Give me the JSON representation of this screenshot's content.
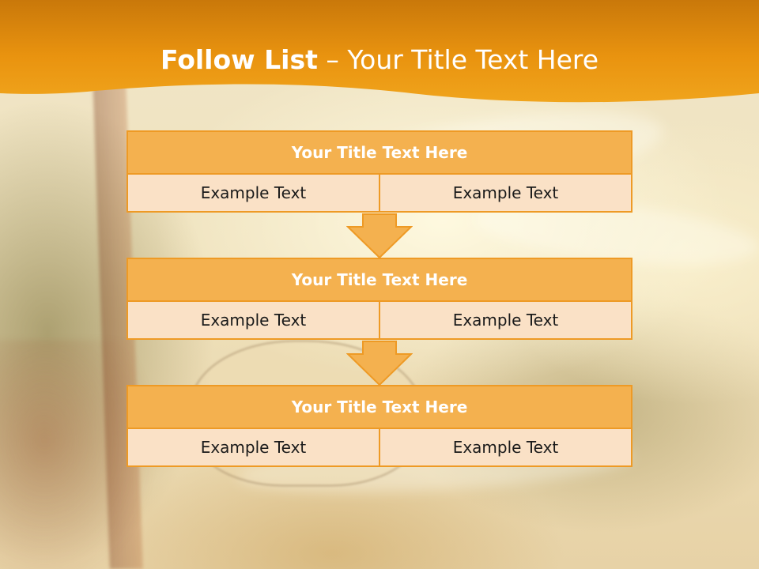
{
  "slide": {
    "title_lead": "Follow List",
    "title_rest": " – Your Title Text Here"
  },
  "blocks": [
    {
      "title": "Your Title Text Here",
      "left": "Example Text",
      "right": "Example Text"
    },
    {
      "title": "Your Title Text Here",
      "left": "Example Text",
      "right": "Example Text"
    },
    {
      "title": "Your Title Text Here",
      "left": "Example Text",
      "right": "Example Text"
    }
  ],
  "colors": {
    "header_orange": "#e8920f",
    "title_bar": "#f4b14f",
    "cell_fill": "#fae1c6",
    "border": "#ee9a25"
  },
  "icons": [
    "down-arrow-icon"
  ]
}
